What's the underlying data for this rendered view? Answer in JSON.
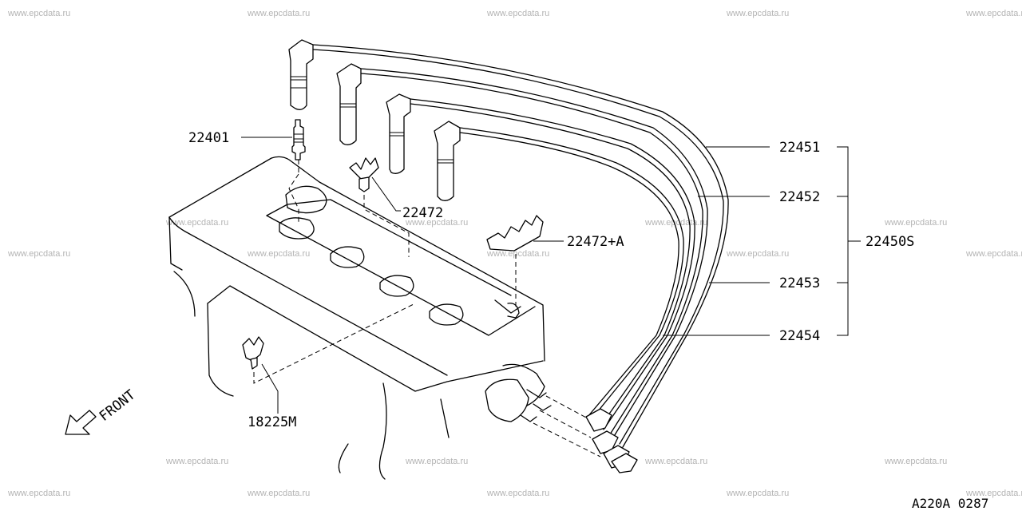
{
  "watermark": "www.epcdata.ru",
  "parts": {
    "p22401": "22401",
    "p22472": "22472",
    "p22472A": "22472+A",
    "p18225M": "18225M",
    "p22451": "22451",
    "p22452": "22452",
    "p22453": "22453",
    "p22454": "22454",
    "p22450S": "22450S"
  },
  "front_label": "FRONT",
  "diagram_code": "A220A 0287"
}
